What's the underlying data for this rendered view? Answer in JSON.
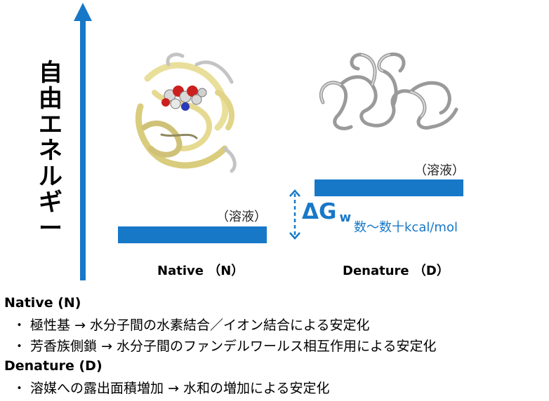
{
  "axis": {
    "label": "自由エネルギー",
    "color": "#1878c8"
  },
  "levels": {
    "native": {
      "solution_label": "（溶液）",
      "state_label": "Native （N）"
    },
    "denature": {
      "solution_label": "（溶液）",
      "state_label": "Denature （D）"
    },
    "bar_color": "#1878c8"
  },
  "delta": {
    "symbol": "ΔG",
    "subscript": "w",
    "range": "数～数十kcal/mol"
  },
  "notes": {
    "native_title": "Native (N)",
    "native_items": [
      "・ 極性基 → 水分子間の水素結合／イオン結合による安定化",
      "・ 芳香族側鎖 → 水分子間のファンデルワールス相互作用による安定化"
    ],
    "denature_title": "Denature (D)",
    "denature_items": [
      "・ 溶媒への露出面積増加 → 水和の増加による安定化"
    ]
  },
  "images": {
    "native_structure": "folded-protein-illustration",
    "denatured_structure": "unfolded-protein-illustration"
  }
}
